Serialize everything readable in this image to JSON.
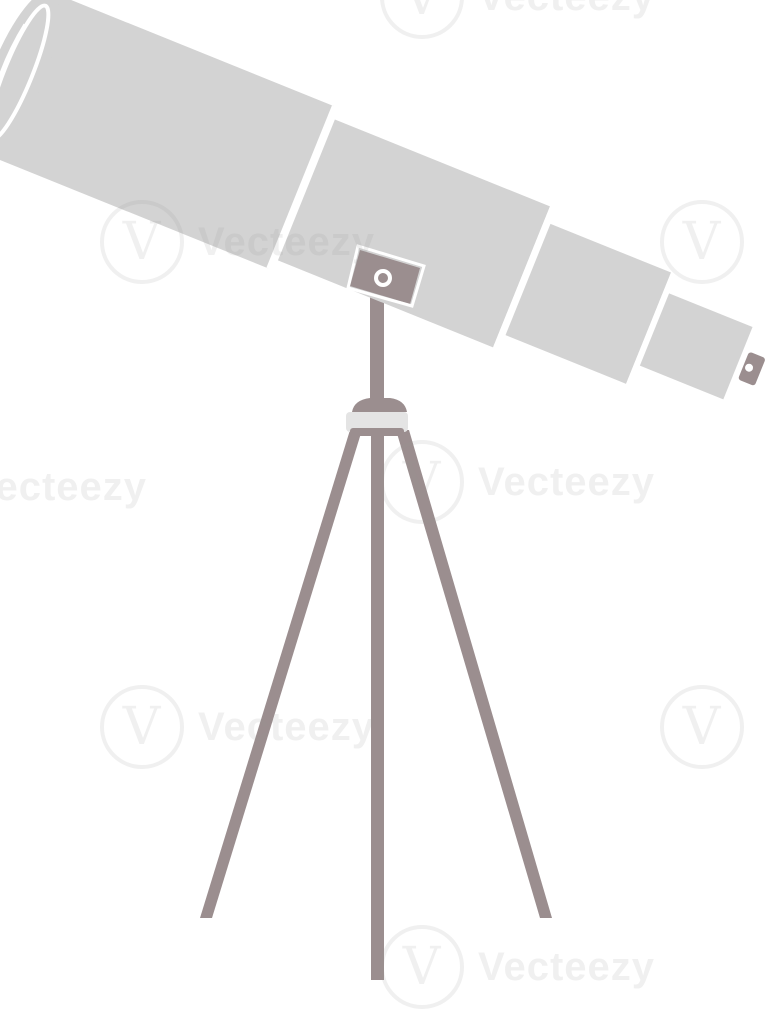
{
  "image": {
    "subject": "flat cartoon telescope on a tripod",
    "colors": {
      "tube": "#d3d3d3",
      "tube_divider": "#ffffff",
      "tripod": "#9b8e8f",
      "tripod_band": "#e4e4e4",
      "background": "#ffffff"
    }
  },
  "watermark": {
    "text": "Vecteezy",
    "logo_glyph": "V",
    "color": "#cccccc"
  }
}
